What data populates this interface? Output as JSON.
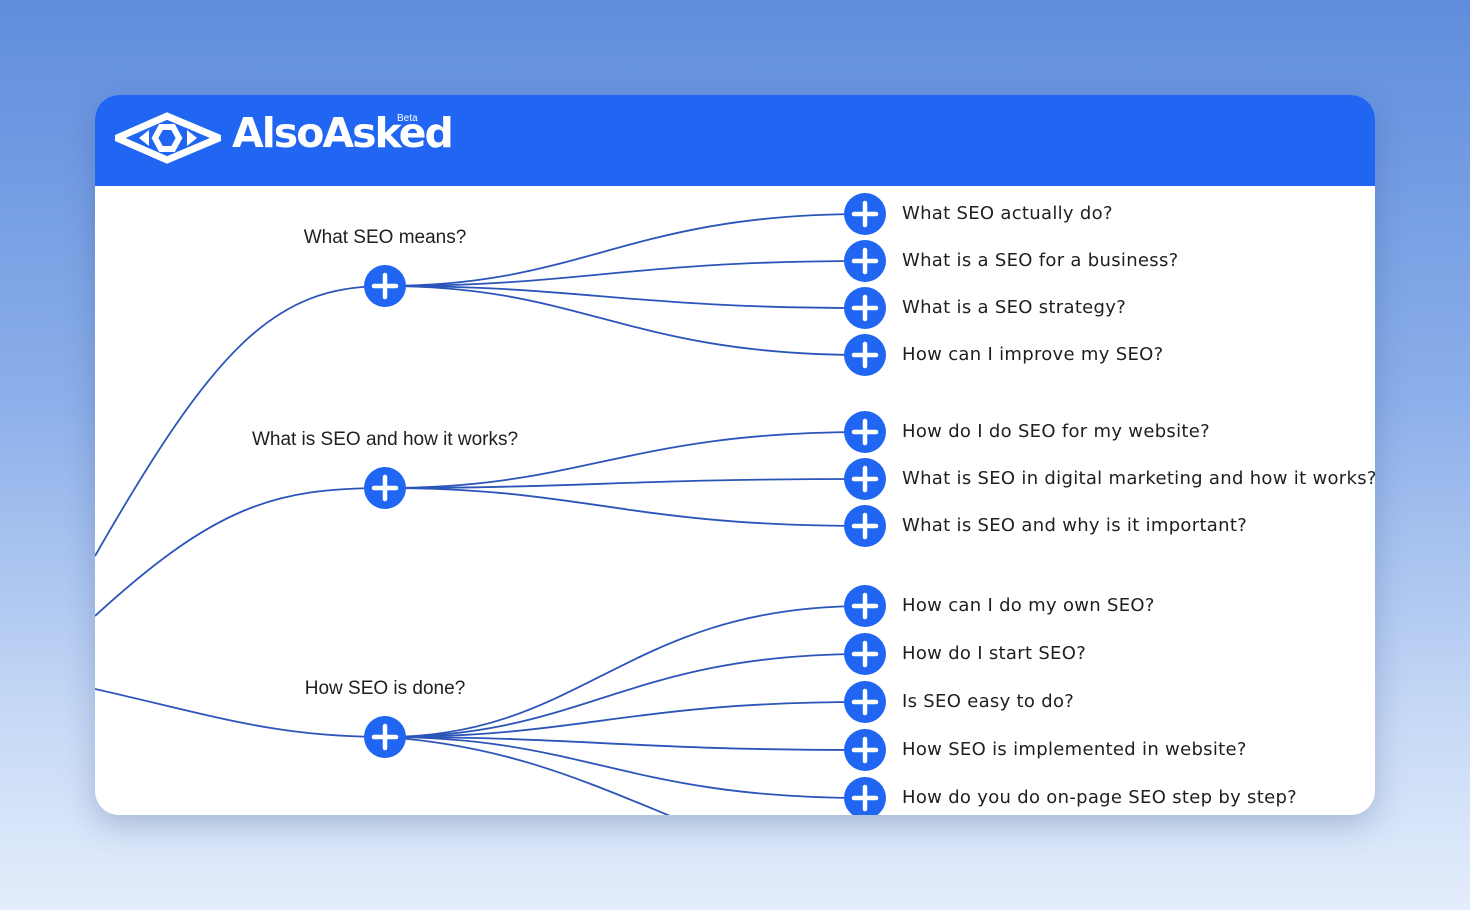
{
  "header": {
    "brand": "AlsoAsked",
    "badge": "Beta",
    "brand_color": "#2166f3",
    "logo_icon": "eye-diamond-logo"
  },
  "map": {
    "link_color": "#2b55b8",
    "node_color": "#2166f3",
    "node_icon": "plus-icon",
    "groups": [
      {
        "question": "What SEO means?",
        "children": [
          "What SEO actually do?",
          "What is a SEO for a business?",
          "What is a SEO strategy?",
          "How can I improve my SEO?"
        ]
      },
      {
        "question": "What is SEO and how it works?",
        "children": [
          "How do I do SEO for my website?",
          "What is SEO in digital marketing and how it works?",
          "What is SEO and why is it important?"
        ]
      },
      {
        "question": "How SEO is done?",
        "children": [
          "How can I do my own SEO?",
          "How do I start SEO?",
          "Is SEO easy to do?",
          "How SEO is implemented in website?",
          "How do you do on-page SEO step by step?"
        ]
      }
    ]
  }
}
